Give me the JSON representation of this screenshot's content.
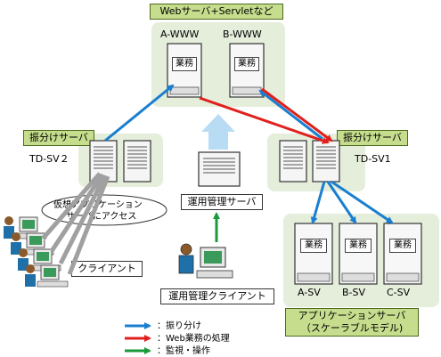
{
  "web_group": {
    "title": "Webサーバ+Servletなど",
    "server_a": "A-WWW",
    "server_b": "B-WWW",
    "biz_label": "業務"
  },
  "lb_left": {
    "title": "振分けサーバ",
    "name": "TD-SV２"
  },
  "lb_right": {
    "title": "振分けサーバ",
    "name": "TD-SV1"
  },
  "management": {
    "server_label": "運用管理サーバ",
    "client_label": "運用管理クライアント"
  },
  "clients": {
    "callout_line1": "仮想アプリケーション",
    "callout_line2": "サーバにアクセス",
    "label": "クライアント"
  },
  "app_group": {
    "biz_label": "業務",
    "servers": [
      "A-SV",
      "B-SV",
      "C-SV"
    ],
    "title_line1": "アプリケーションサーバ",
    "title_line2": "（スケーラブルモデル)"
  },
  "legend": {
    "items": [
      {
        "color": "#1a7fd0",
        "label": "：振り分け"
      },
      {
        "color": "#e0201d",
        "label": "：Web業務の処理"
      },
      {
        "color": "#1a9a3a",
        "label": "：監視・操作"
      }
    ]
  }
}
